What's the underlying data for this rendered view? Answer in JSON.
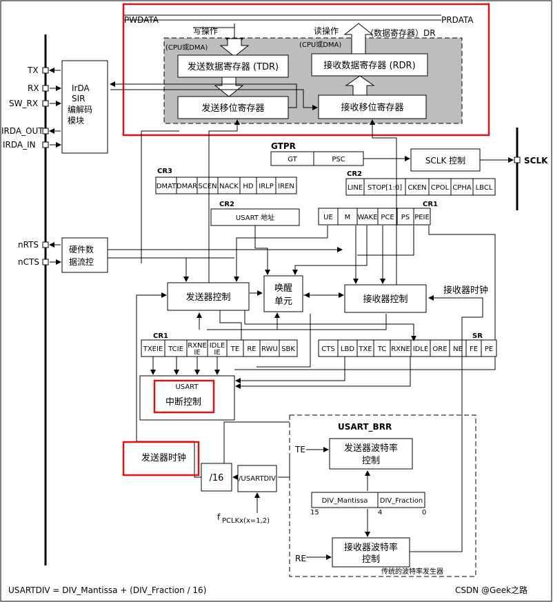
{
  "top": {
    "pwdata": "PWDATA",
    "prdata": "PRDATA",
    "write_op": "写操作",
    "read_op": "读操作",
    "data_reg_dr": "（数据寄存器）DR",
    "cpu_dma_left": "(CPU或DMA)",
    "cpu_dma_right": "(CPU或DMA)",
    "tdr": "发送数据寄存器 (TDR)",
    "rdr": "接收数据寄存器 (RDR)",
    "tx_shift": "发送移位寄存器",
    "rx_shift": "接收移位寄存器"
  },
  "pins": {
    "tx": "TX",
    "rx": "RX",
    "sw_rx": "SW_RX",
    "irda_out": "IRDA_OUT",
    "irda_in": "IRDA_IN",
    "nrts": "nRTS",
    "ncts": "nCTS",
    "sclk": "SCLK"
  },
  "irda": {
    "line1": "IrDA",
    "line2": "SIR",
    "line3": "编解码",
    "line4": "模块"
  },
  "gtpr": {
    "label": "GTPR",
    "gt": "GT",
    "psc": "PSC"
  },
  "sclk_ctrl": "SCLK 控制",
  "cr2_top": {
    "label": "CR2",
    "bits": [
      "LINE",
      "STOP[1:0]",
      "CKEN",
      "CPOL",
      "CPHA",
      "LBCL"
    ]
  },
  "cr3": {
    "label": "CR3",
    "bits": [
      "DMAT",
      "DMAR",
      "SCEN",
      "NACK",
      "HD",
      "IRLP",
      "IREN"
    ]
  },
  "cr2_addr": {
    "label": "CR2",
    "text": "USART 地址"
  },
  "cr1_top": {
    "label": "CR1",
    "bits": [
      "UE",
      "M",
      "WAKE",
      "PCE",
      "PS",
      "PEIE"
    ]
  },
  "hw_flow": {
    "line1": "硬件数",
    "line2": "据流控"
  },
  "tx_ctrl": "发送器控制",
  "wakeup": {
    "line1": "唤醒",
    "line2": "单元"
  },
  "rx_ctrl": "接收器控制",
  "rx_clock": "接收器时钟",
  "cr1_bottom": {
    "label": "CR1",
    "bits": [
      [
        "TXEIE"
      ],
      [
        "TCIE"
      ],
      [
        "RXNE",
        "IE"
      ],
      [
        "IDLE",
        "IE"
      ],
      [
        "TE"
      ],
      [
        "RE"
      ],
      [
        "RWU"
      ],
      [
        "SBK"
      ]
    ]
  },
  "sr": {
    "label": "SR",
    "bits": [
      "CTS",
      "LBD",
      "TXE",
      "TC",
      "RXNE",
      "IDLE",
      "ORE",
      "NE",
      "FE",
      "PE"
    ]
  },
  "irq": {
    "usart": "USART",
    "text": "中断控制"
  },
  "brr": {
    "label": "USART_BRR",
    "te": "TE",
    "re": "RE",
    "tx_baud_l1": "发送器波特率",
    "tx_baud_l2": "控制",
    "rx_baud_l1": "接收器波特率",
    "rx_baud_l2": "控制",
    "div_mantissa": "DIV_Mantissa",
    "div_fraction": "DIV_Fraction",
    "bit15": "15",
    "bit4": "4",
    "bit0": "0",
    "caption": "传统的波特率发生器"
  },
  "tx_clock": "发送器时钟",
  "div16": "/16",
  "usartdiv_box": "/USARTDIV",
  "fpclk_f": "f",
  "fpclk_sub": "PCLKx(x=1,2)",
  "formula": "USARTDIV = DIV_Mantissa + (DIV_Fraction / 16)",
  "watermark": "CSDN @Geek之路"
}
